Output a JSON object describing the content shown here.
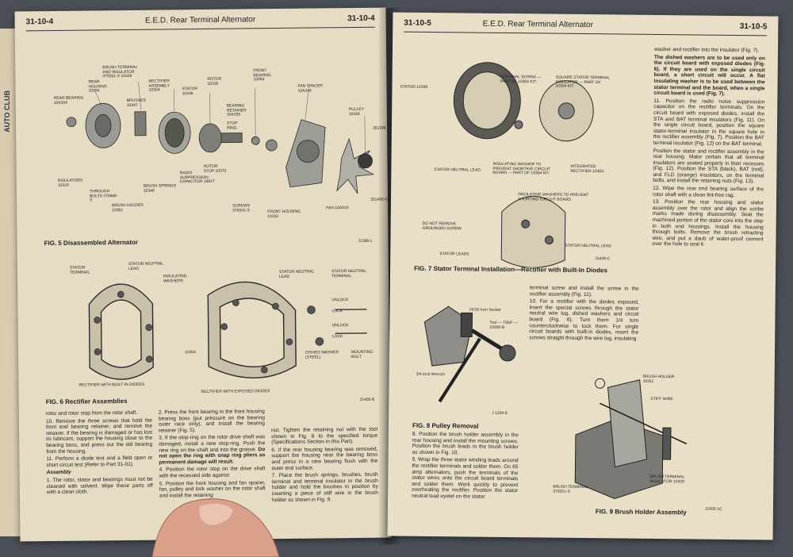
{
  "edge_text": "AUTO CLUB",
  "left_page": {
    "page_number": "31-10-4",
    "page_number_right": "31-10-4",
    "title": "E.E.D. Rear Terminal Alternator",
    "fig5": {
      "caption": "FIG. 5 Disassembled Alternator",
      "code": "J1366-L",
      "labels": {
        "rear_bearing": "REAR BEARING 10A304",
        "brush_terminal": "BRUSH TERMINAL AND INSULATOR 379251-S 10329",
        "rear_housing": "REAR HOUSING 10334",
        "rectifier_assembly": "RECTIFIER ASSEMBLY 10304",
        "brushes": "BRUSHES 10347",
        "stator": "STATOR 10336",
        "rotor": "ROTOR 10335",
        "front_bearing": "FRONT BEARING 10094",
        "fan_spacer": "FAN SPACER 10A344",
        "bearing_retainer": "BEARING RETAINER 10A355",
        "stop_ring": "STOP RING",
        "pulley": "PULLEY 10344",
        "insulators": "INSULATORS 10329",
        "through_bolts": "THROUGH BOLTS 378466-S",
        "brush_holder": "BRUSH HOLDER 10351",
        "brush_springs": "BRUSH SPRINGS 10349",
        "radio_capacitor": "RADIO SUPPRESSION CAPACITOR 18827",
        "rotor_stop": "ROTOR STOP 10370",
        "screws": "SCREWS 379201-S",
        "front_housing": "FRONT HOUSING 10333",
        "fan": "FAN 10A310",
        "part_a": "351186",
        "part_b": "351490-S"
      }
    },
    "fig6": {
      "caption": "FIG. 6 Rectifier Assemblies",
      "code": "J1405-B",
      "labels": {
        "stator_terminal": "STATOR TERMINAL",
        "stator_neutral_lead": "STATOR NEUTRAL LEAD",
        "insulating_washers": "INSULATING WASHERS",
        "stator_neutral_lead2": "STATOR NEUTRAL LEAD",
        "stator_neutral_terminal": "STATOR NEUTRAL TERMINAL",
        "unlock": "UNLOCK",
        "lock": "LOCK",
        "unlock2": "UNLOCK",
        "lock2": "LOCK",
        "part_10304": "10304",
        "dished_washer": "DISHED WASHER (STEEL)",
        "mounting_bolt": "MOUNTING BOLT",
        "built_in": "RECTIFIER WITH BUILT-IN DIODES",
        "exposed": "RECTIFIER WITH EXPOSED DIODES"
      }
    },
    "col1": {
      "p1": "rotor and rotor stop from the rotor shaft.",
      "p2": "10. Remove the three screws that hold the front end bearing retainer, and remove the retainer. If the bearing is damaged or has lost its lubricant, support the housing close to the bearing boss, and press out the old bearing from the housing.",
      "p3": "11. Perform a diode test and a field open or short circuit test (Refer to Part 31-01).",
      "heading": "Assembly",
      "p4": "1. The rotor, stator and bearings must not be cleaned with solvent. Wipe these parts off with a clean cloth."
    },
    "col2": {
      "p1": "2. Press the front bearing in the front housing bearing boss (put pressure on the bearing outer race only), and install the bearing retainer (Fig. 5).",
      "p2a": "3. If the stop-ring on the rotor drive shaft was damaged, install a new stop-ring. Push the new ring on the shaft and into the groove. ",
      "p2b": "Do not open the ring with snap ring pliers as permanent damage will result.",
      "p3": "4. Position the rotor stop on the drive shaft with the recessed side against",
      "p4": "5. Position the front housing and fan spacer, fan, pulley and lock washer on the rotor shaft and install the retaining"
    },
    "col3": {
      "p1": "nut. Tighten the retaining nut with the tool shown in Fig. 8 to the specified torque (Specifications Section in this Part).",
      "p2": "6. If the rear housing bearing was removed, support the housing near the bearing boss and press in a new bearing flush with the outer end surface.",
      "p3": "7. Place the brush springs, brushes, brush terminal and terminal insulator in the brush holder and hold the brushes in position by inserting a piece of stiff wire in the brush holder as shown in Fig. 9."
    }
  },
  "right_page": {
    "page_number": "31-10-5",
    "page_number_right": "31-10-5",
    "title": "E.E.D. Rear Terminal Alternator",
    "fig7": {
      "caption": "FIG. 7 Stator Terminal Installation—Rectifier with Built-In Diodes",
      "code": "J1439-C",
      "labels": {
        "stator": "STATOR 10336",
        "terminal_screw": "TERMINAL SCREW — PART OF 10304 KIT",
        "square_insulator": "SQUARE STATOR TERMINAL INSULATOR — PART OF 10304 KIT",
        "stator_neutral_lead": "STATOR NEUTRAL LEAD",
        "insulating_washer": "INSULATING WASHER TO PREVENT SHORTING CIRCUIT BOARD — PART OF 10304 KIT",
        "integrated_rectifier": "INTEGRATED RECTIFIER 10304",
        "insulating_washers": "INSULATING WASHERS TO PREVENT SHORTING CIRCUIT BOARD",
        "do_not_remove": "DO NOT REMOVE GROUNDED SCREW",
        "stator_leads": "STATOR LEADS",
        "stator_neutral_lead2": "STATOR NEUTRAL LEAD"
      }
    },
    "fig8": {
      "caption": "FIG. 8 Pulley Removal",
      "code": "J 1204-E",
      "labels": {
        "socket": "15/16 Inch Socket",
        "tool": "Tool — T65P — 10300-B",
        "wrench": "3/4 Inch Wrench"
      }
    },
    "fig9": {
      "caption": "FIG. 9 Brush Holder Assembly",
      "code": "J1005-1C",
      "labels": {
        "brush_holder": "BRUSH HOLDER 10351",
        "stiff_wire": "STIFF WIRE",
        "brush_terminal": "BRUSH TERMINAL 379251-S",
        "brush_terminal_insulator": "BRUSH TERMINAL INSULATOR 10329"
      }
    },
    "col_a": {
      "p1": "terminal screw and install the screw in the rectifier assembly (Fig. 11).",
      "p2": "10. For a rectifier with the diodes exposed, insert the special screws through the stator neutral wire lug, dished washers and circuit board (Fig. 6). Turn them 1/4 turn counterclockwise to lock them. For single circuit boards with built-in diodes, insert the screws straight through the wire lug, insulating",
      "p3": "8. Position the brush holder assembly in the rear housing and install the mounting screws. Position the brush leads in the brush holder as shown in Fig. 10.",
      "p4": "9. Wrap the three stator winding leads around the rectifier terminals and solder them. On 65 amp alternators, push the terminals of the stator wires onto the circuit board terminals and solder them. Work quickly to prevent overheating the rectifier. Position the stator neutral lead eyelet on the stator"
    },
    "col_b": {
      "p1": "washer and rectifier into the insulator (Fig. 7).",
      "p2": "The dished washers are to be used only on the circuit board with exposed diodes (Fig. 6). If they are used on the single circuit board, a short circuit will occur. A flat insulating washer is to be used between the stator terminal and the board, when a single circuit board is used (Fig. 7).",
      "p3": "11. Position the radio noise suppression capacitor on the rectifier terminals. On the circuit board with exposed diodes, install the STA and BAT terminal insulators (Fig. 11). On the single circuit board, position the square stator-terminal insulator in the square hole in the rectifier assembly (Fig. 7). Position the BAT terminal insulator (Fig. 12) on the BAT terminal.",
      "p4": "Position the stator and rectifier assembly in the rear housing. Make certain that all terminal insulators are seated properly in their recesses (Fig. 12). Position the STA (black), BAT (red), and FLD (orange) insulators, on the terminal bolts, and install the retaining nuts (Fig. 13).",
      "p5": "12. Wipe the rear end bearing surface of the rotor shaft with a clean lint-free rag.",
      "p6": "13. Position the rear housing and stator assembly over the rotor and align the scribe marks made during disassembly. Seat the machined portion of the stator core into the step in both end housings. Install the housing through bolts. Remove the brush retracting wire, and put a daub of water-proof cement over the hole to seal it."
    }
  }
}
